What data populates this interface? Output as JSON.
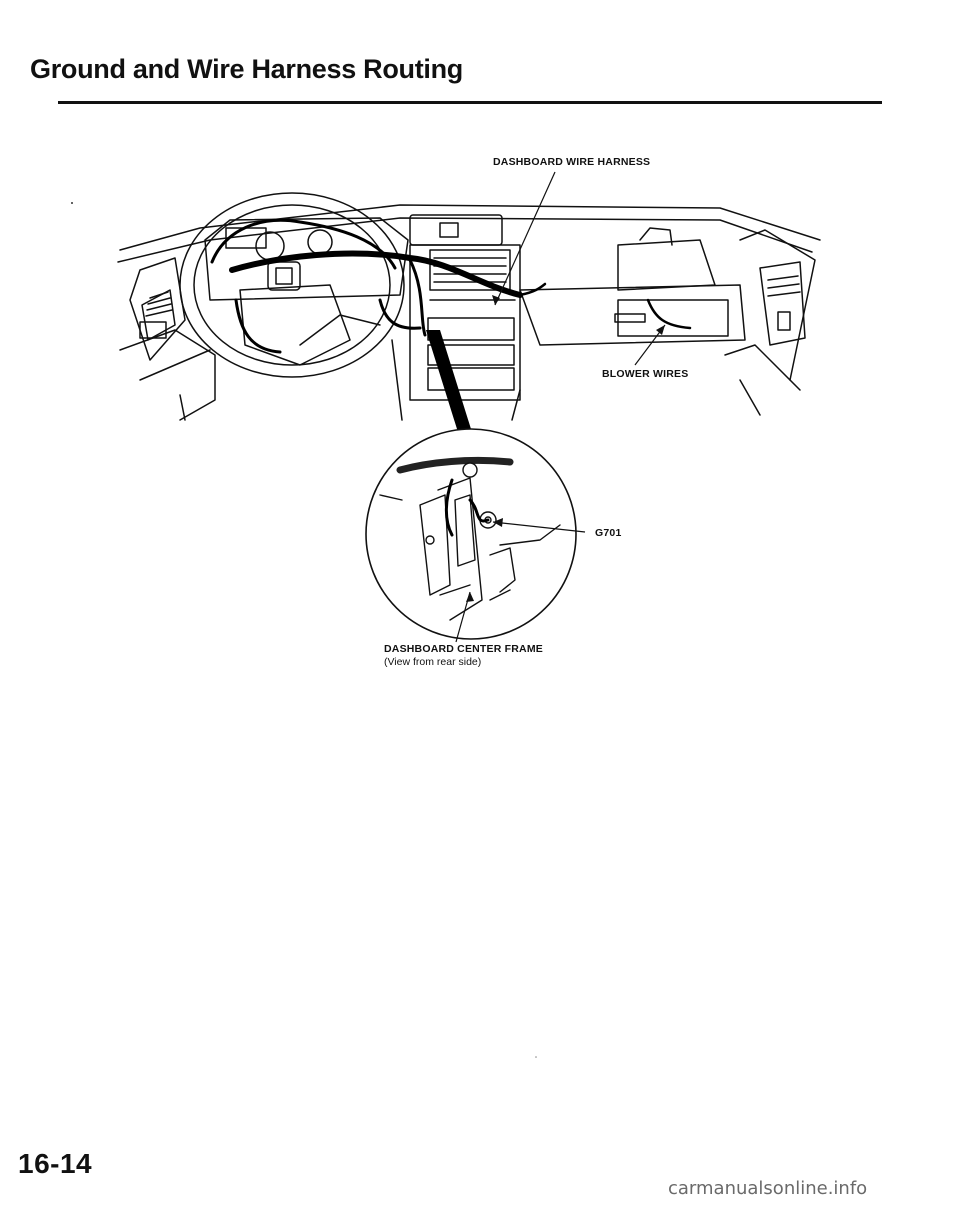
{
  "page": {
    "title": "Ground and Wire Harness Routing",
    "page_number": "16-14",
    "watermark": "carmanualsonline.info"
  },
  "labels": {
    "dashboard_wire_harness": "DASHBOARD WIRE HARNESS",
    "blower_wires": "BLOWER WIRES",
    "g701": "G701",
    "center_frame": "DASHBOARD CENTER FRAME",
    "center_frame_view": "(View from rear side)"
  }
}
